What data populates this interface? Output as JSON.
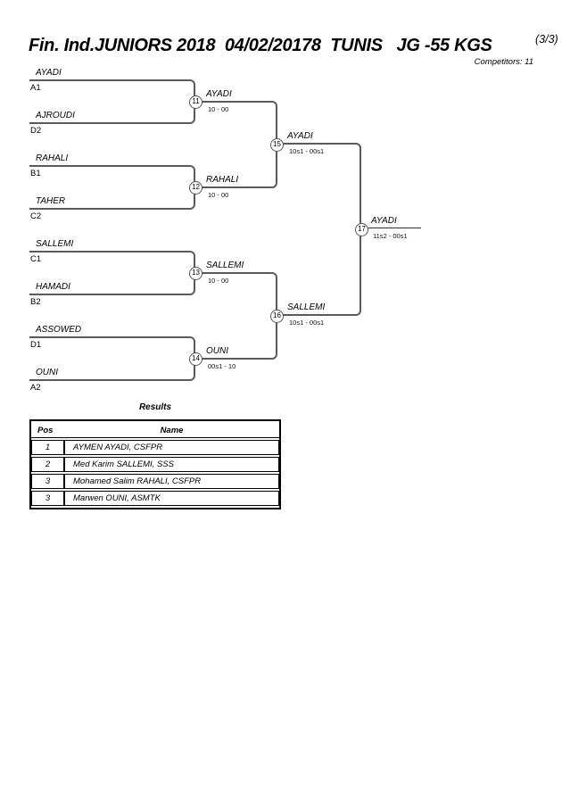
{
  "header": {
    "title": "Fin. Ind.JUNIORS 2018  04/02/20178  TUNIS   JG -55 KGS",
    "page_indicator": "(3/3)",
    "competitors_label": "Competitors: 11"
  },
  "bracket": {
    "round1": [
      {
        "name": "AYADI",
        "seed": "A1"
      },
      {
        "name": "AJROUDI",
        "seed": "D2"
      },
      {
        "name": "RAHALI",
        "seed": "B1"
      },
      {
        "name": "TAHER",
        "seed": "C2"
      },
      {
        "name": "SALLEMI",
        "seed": "C1"
      },
      {
        "name": "HAMADI",
        "seed": "B2"
      },
      {
        "name": "ASSOWED",
        "seed": "D1"
      },
      {
        "name": "OUNI",
        "seed": "A2"
      }
    ],
    "matches": [
      {
        "number": "11",
        "winner": "AYADI",
        "score": "10 - 00"
      },
      {
        "number": "12",
        "winner": "RAHALI",
        "score": "10 - 00"
      },
      {
        "number": "13",
        "winner": "SALLEMI",
        "score": "10 - 00"
      },
      {
        "number": "14",
        "winner": "OUNI",
        "score": "00s1 - 10"
      },
      {
        "number": "15",
        "winner": "AYADI",
        "score": "10s1 - 00s1"
      },
      {
        "number": "16",
        "winner": "SALLEMI",
        "score": "10s1 - 00s1"
      },
      {
        "number": "17",
        "winner": "AYADI",
        "score": "11s2 - 00s1"
      }
    ]
  },
  "results": {
    "title": "Results",
    "columns": {
      "pos": "Pos",
      "name": "Name"
    },
    "rows": [
      {
        "pos": "1",
        "name": "AYMEN AYADI, CSFPR"
      },
      {
        "pos": "2",
        "name": "Med Karim SALLEMI, SSS"
      },
      {
        "pos": "3",
        "name": "Mohamed Salim RAHALI, CSFPR"
      },
      {
        "pos": "3",
        "name": "Marwen OUNI, ASMTK"
      }
    ]
  },
  "colors": {
    "line": "#5a5a5a",
    "text": "#000000",
    "background": "#ffffff"
  }
}
